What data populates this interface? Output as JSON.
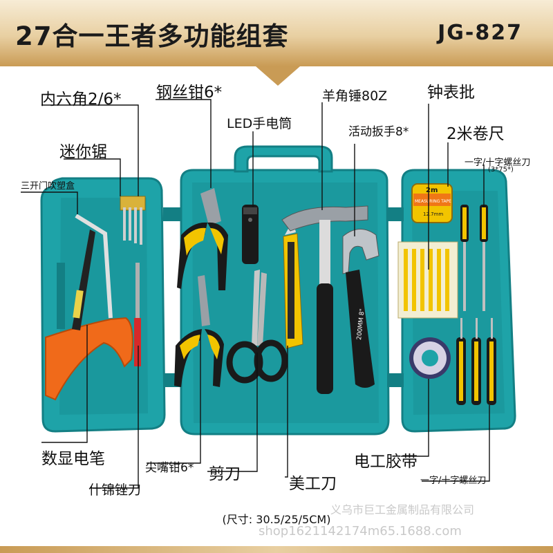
{
  "header": {
    "title": "27合一王者多功能组套",
    "model": "JG-827"
  },
  "colors": {
    "case": "#1ea3a8",
    "case_dark": "#137f84",
    "handle_orange": "#f06a1a",
    "tool_yellow": "#f2c400",
    "tool_black": "#1a1a1a",
    "header_gold": "#c99b55"
  },
  "labels": {
    "hex_key": "内六角2/6*",
    "mini_saw": "迷你锯",
    "three_door_box": "三开门吹塑盒",
    "wire_pliers": "钢丝钳6*",
    "led_flashlight": "LED手电筒",
    "hammer": "羊角锤80Z",
    "adjustable_wrench": "活动扳手8*",
    "watch_driver": "钟表批",
    "tape_measure": "2米卷尺",
    "screwdriver_top": "一字/十字螺丝刀",
    "screwdriver_top_size": "(3*75*)",
    "digital_pen": "数显电笔",
    "needle_file": "什锦锉刀",
    "nose_pliers": "尖嘴钳6*",
    "scissors": "剪刀",
    "utility_knife": "美工刀",
    "electrical_tape": "电工胶带",
    "screwdriver_bottom": "一字/十字螺丝刀"
  },
  "printed": {
    "tape_brand": "2m",
    "tape_text": "MEASURING TAPE",
    "tape_size": "12.7mm",
    "wrench_marking": "200MM 8\""
  },
  "footer": {
    "size": "(尺寸: 30.5/25/5CM)",
    "company": "义乌市巨工金属制品有限公司",
    "shop": "shop1621142174m65.1688.com"
  }
}
